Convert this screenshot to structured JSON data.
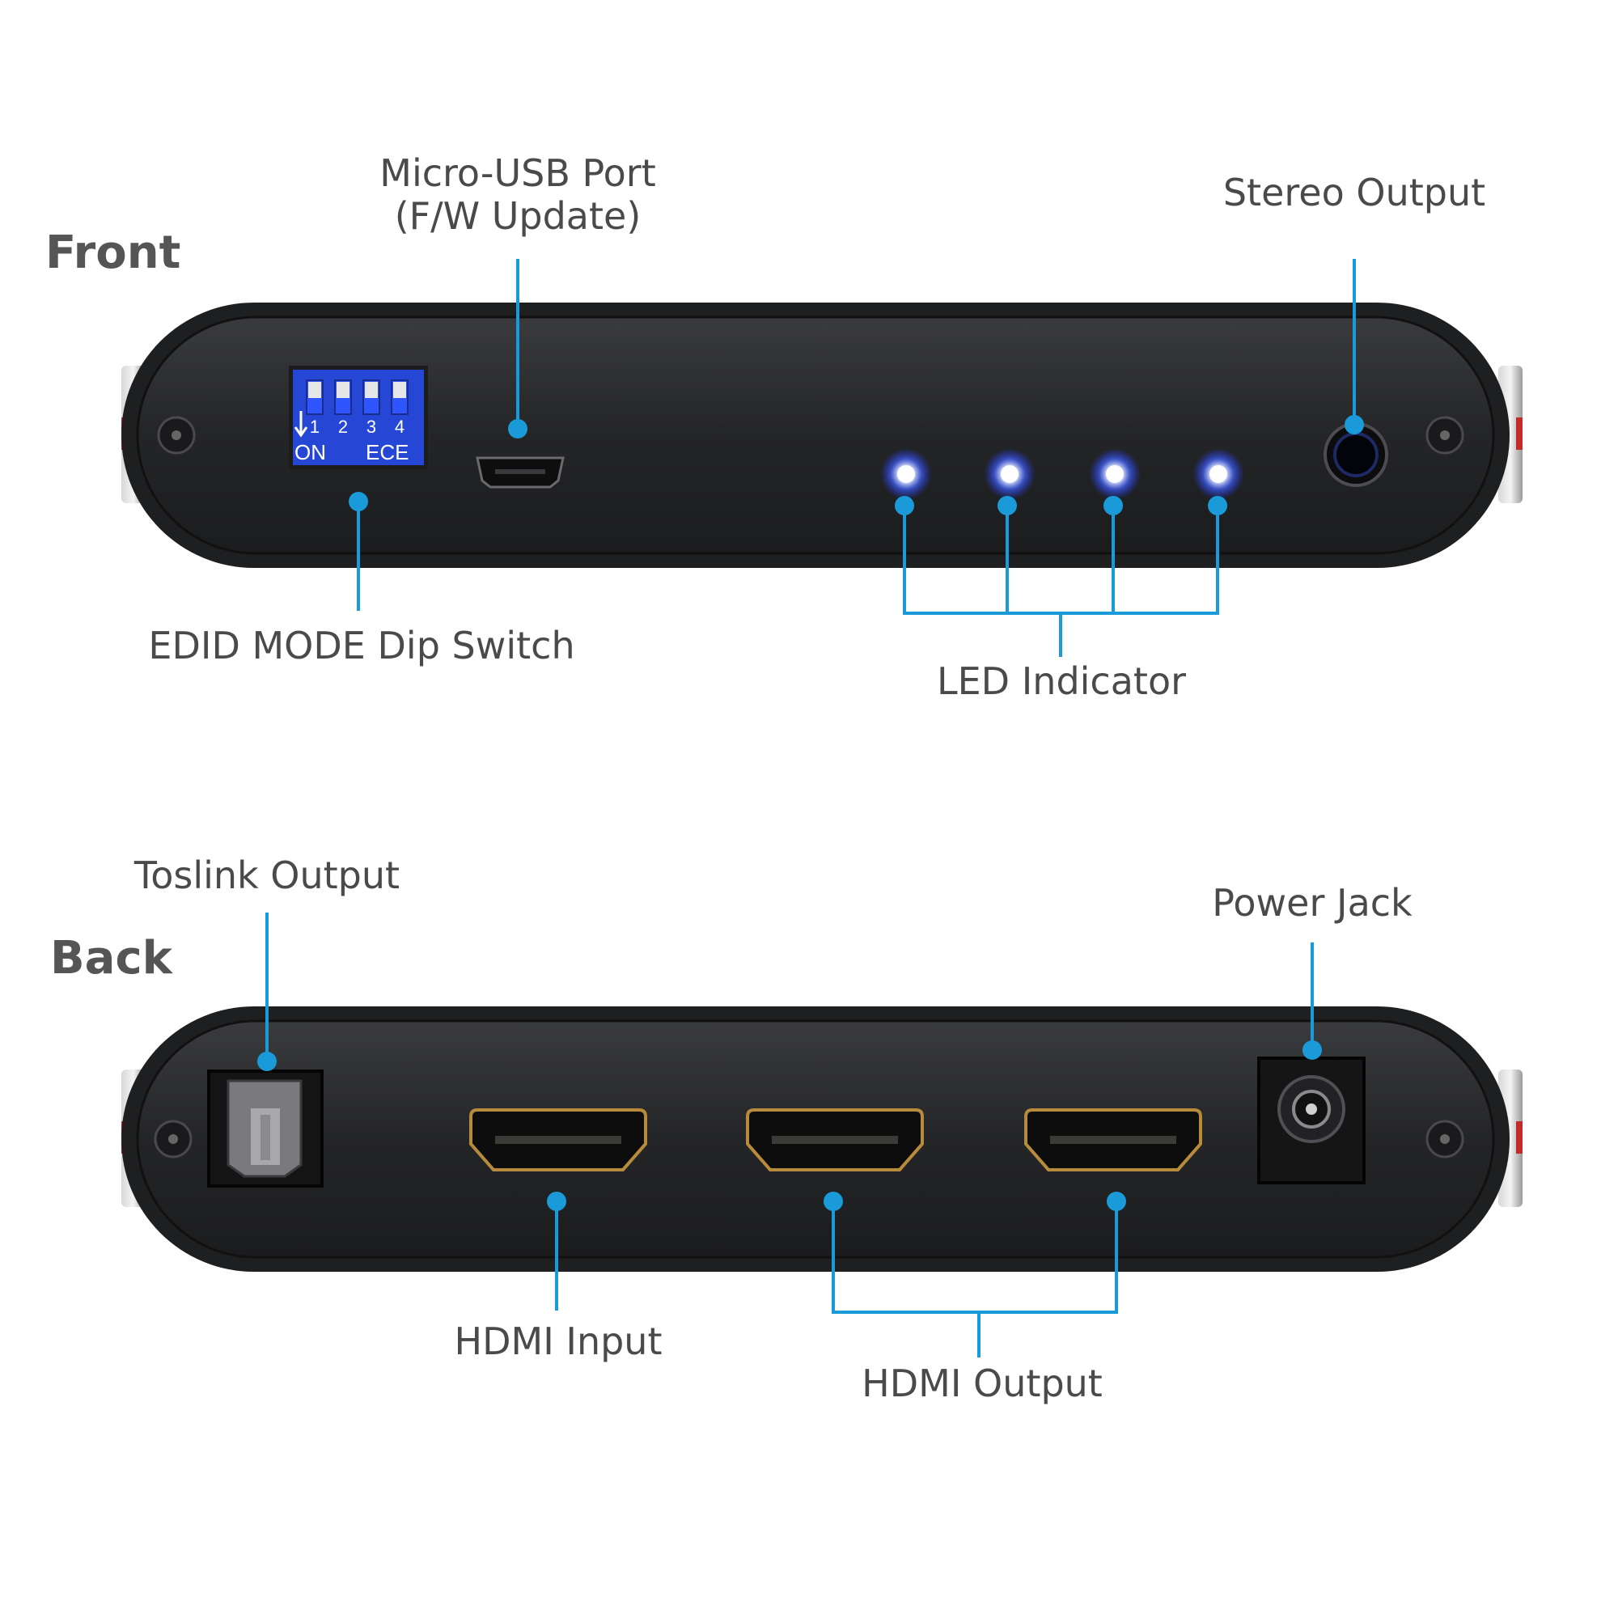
{
  "sections": {
    "front": "Front",
    "back": "Back"
  },
  "labels": {
    "micro_usb_line1": "Micro-USB Port",
    "micro_usb_line2": "(F/W Update)",
    "stereo_output": "Stereo Output",
    "edid_switch": "EDID MODE Dip Switch",
    "led_indicator": "LED Indicator",
    "toslink_output": "Toslink Output",
    "power_jack": "Power Jack",
    "hdmi_input": "HDMI Input",
    "hdmi_output": "HDMI Output"
  },
  "dip_switch": {
    "numbers": [
      "1",
      "2",
      "3",
      "4"
    ],
    "on_label": "ON",
    "ece_label": "ECE"
  },
  "colors": {
    "callout": "#1a9ad8",
    "device_body": "#2c2d2f",
    "device_face": "#242527",
    "label_text": "#4a4a4a",
    "led_glow": "#3b5bff",
    "dip_blue": "#2647d6",
    "hdmi_gold": "#b88a3c"
  },
  "icons": {
    "dip_arrow": "down-arrow-icon"
  }
}
